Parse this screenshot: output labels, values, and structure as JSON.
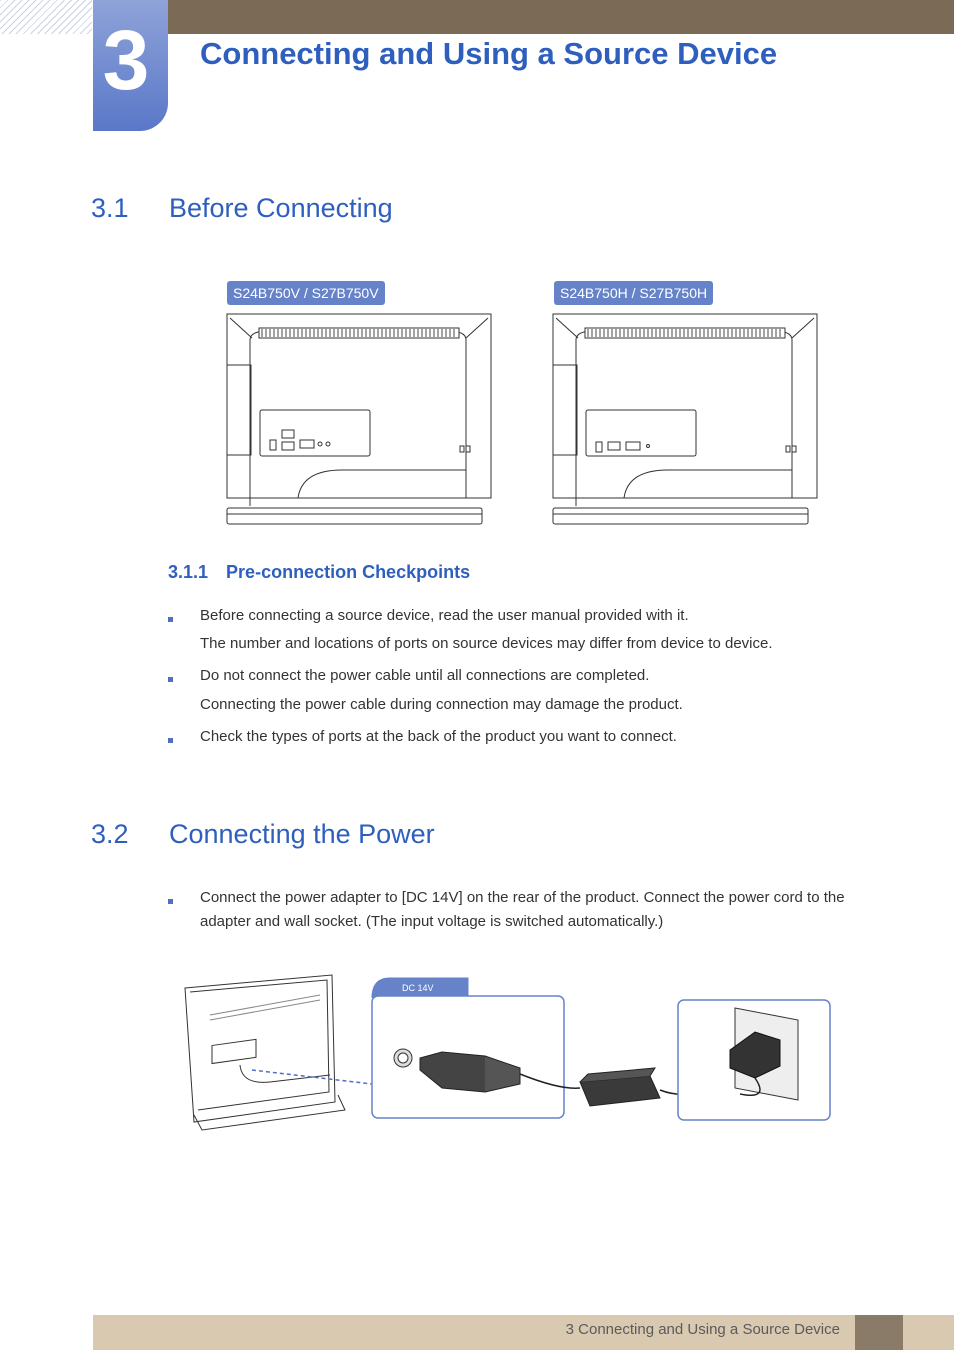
{
  "header": {
    "chapter_number": "3",
    "chapter_title": "Connecting and Using a Source Device"
  },
  "section_1": {
    "number": "3.1",
    "title": "Before Connecting",
    "models": [
      "S24B750V / S27B750V",
      "S24B750H / S27B750H"
    ]
  },
  "subsection_1_1": {
    "number": "3.1.1",
    "title": "Pre-connection Checkpoints",
    "items": [
      {
        "text": "Before connecting a source device, read the user manual provided with it.",
        "note": "The number and locations of ports on source devices may differ from device to device."
      },
      {
        "text": "Do not connect the power cable until all connections are completed.",
        "note": "Connecting the power cable during connection may damage the product."
      },
      {
        "text": "Check the types of ports at the back of the product you want to connect."
      }
    ]
  },
  "section_2": {
    "number": "3.2",
    "title": "Connecting the Power",
    "instruction": "Connect the power adapter to [DC 14V] on the rear of the product. Connect the power cord to the adapter and wall socket. (The input voltage is switched automatically.)",
    "port_label": "DC 14V"
  },
  "footer": {
    "text": "3 Connecting and Using a Source Device",
    "page_number": ""
  },
  "colors": {
    "accent_blue": "#2e5fbf",
    "badge_blue": "#6683c9",
    "top_bar": "#7a6a56",
    "footer_bar": "#d8c9b0"
  }
}
